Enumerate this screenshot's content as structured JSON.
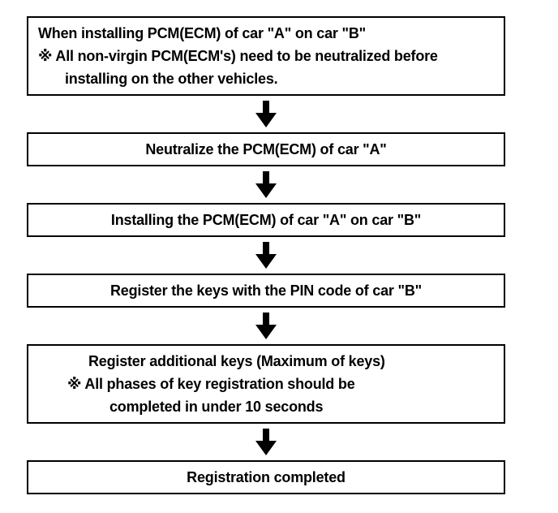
{
  "flowchart": {
    "steps": [
      {
        "lines": [
          "When installing PCM(ECM) of car \"A\" on car \"B\"",
          "※ All non-virgin PCM(ECM's) need to be neutralized before",
          "installing on the other vehicles."
        ]
      },
      {
        "lines": [
          "Neutralize the PCM(ECM) of car \"A\""
        ]
      },
      {
        "lines": [
          "Installing the PCM(ECM) of car \"A\" on car \"B\""
        ]
      },
      {
        "lines": [
          "Register the keys with the PIN code of car \"B\""
        ]
      },
      {
        "lines": [
          "Register additional keys (Maximum of keys)",
          "※ All phases of key registration should be",
          "completed in under 10 seconds"
        ]
      },
      {
        "lines": [
          "Registration completed"
        ]
      }
    ],
    "colors": {
      "border": "#000000",
      "text": "#000000",
      "arrow": "#000000",
      "background": "#ffffff"
    }
  }
}
